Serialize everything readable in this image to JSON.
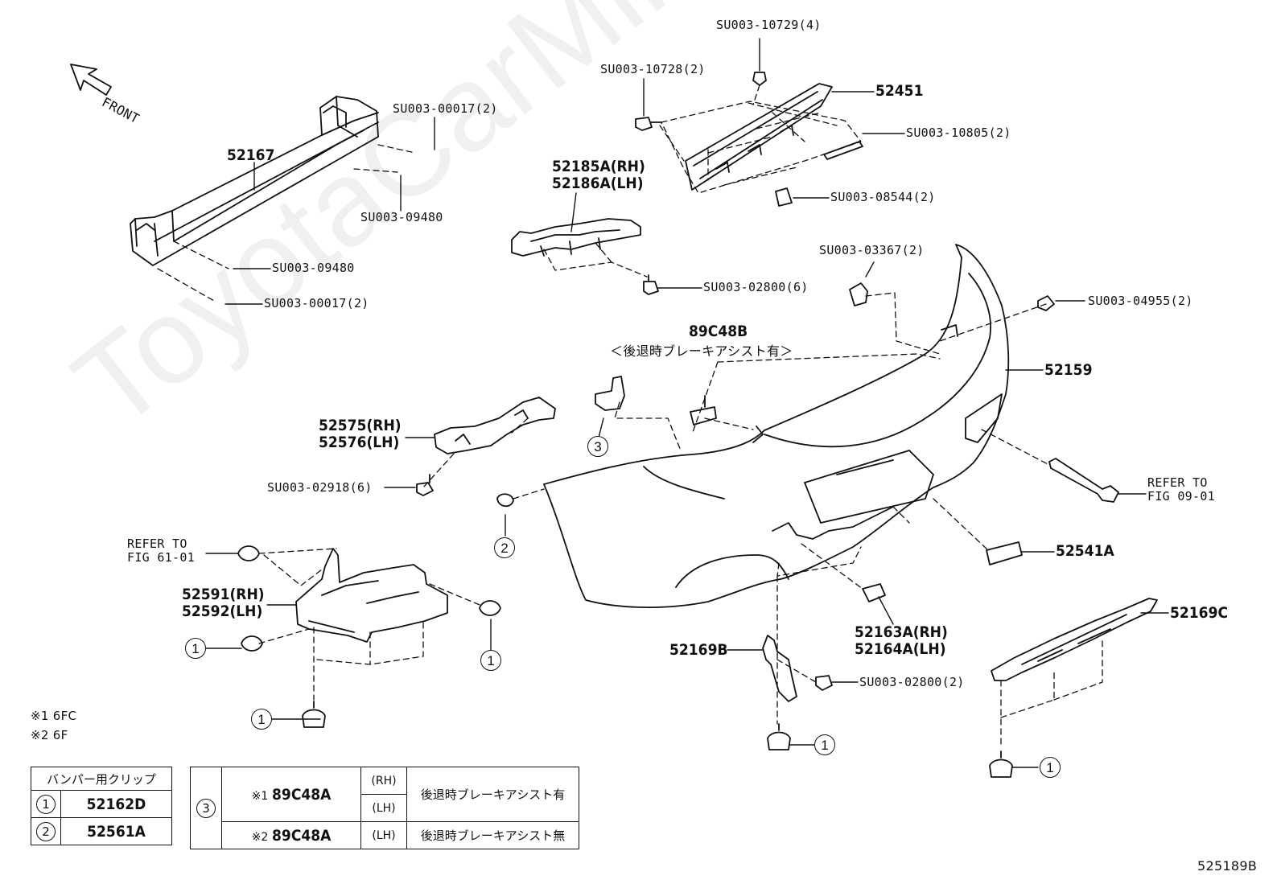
{
  "front_label": "FRONT",
  "parts": {
    "p52167": "52167",
    "p52451": "52451",
    "p52185": "52185A(RH)",
    "p52186": "52186A(LH)",
    "p52159": "52159",
    "p52575": "52575(RH)",
    "p52576": "52576(LH)",
    "p89c48b": "89C48B",
    "p89c48b_note": "＜後退時ブレーキアシスト有＞",
    "p52591": "52591(RH)",
    "p52592": "52592(LH)",
    "p52541a": "52541A",
    "p52163": "52163A(RH)",
    "p52164": "52164A(LH)",
    "p52169b": "52169B",
    "p52169c": "52169C"
  },
  "fasteners": {
    "f1": "SU003-10729(4)",
    "f2": "SU003-10728(2)",
    "f3": "SU003-10805(2)",
    "f4": "SU003-08544(2)",
    "f5": "SU003-00017(2)",
    "f6": "SU003-09480",
    "f7": "SU003-09480",
    "f8": "SU003-00017(2)",
    "f9": "SU003-02800(6)",
    "f10": "SU003-03367(2)",
    "f11": "SU003-04955(2)",
    "f12": "SU003-02918(6)",
    "f13": "SU003-02800(2)"
  },
  "refers": {
    "r1_line1": "REFER TO",
    "r1_line2": "FIG 09-01",
    "r2_line1": "REFER TO",
    "r2_line2": "FIG 61-01"
  },
  "callouts": {
    "c1": "1",
    "c2": "2",
    "c3": "3"
  },
  "notes": {
    "n1": "※1 6FC",
    "n2": "※2 6F"
  },
  "clip_table": {
    "header": "バンパー用クリップ",
    "rows": [
      {
        "ref": "1",
        "part": "52162D"
      },
      {
        "ref": "2",
        "part": "52561A"
      }
    ]
  },
  "variant_table": {
    "ref": "3",
    "rows": [
      {
        "mark": "※1",
        "part": "89C48A",
        "side": "(RH)",
        "desc": "後退時ブレーキアシスト有"
      },
      {
        "mark": "",
        "part": "",
        "side": "(LH)",
        "desc": ""
      },
      {
        "mark": "※2",
        "part": "89C48A",
        "side": "(LH)",
        "desc": "後退時ブレーキアシスト無"
      }
    ]
  },
  "figure_id": "525189B",
  "watermark": "ToyotaCarMine.ru"
}
